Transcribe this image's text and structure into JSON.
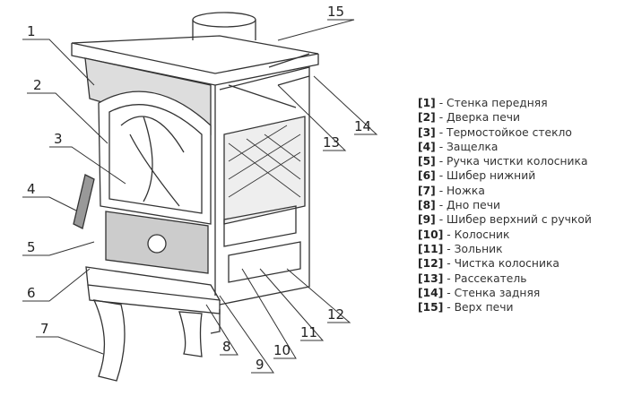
{
  "callouts": [
    "1",
    "2",
    "3",
    "4",
    "5",
    "6",
    "7",
    "8",
    "9",
    "10",
    "11",
    "12",
    "13",
    "14",
    "15"
  ],
  "legend": [
    {
      "key": "[1]",
      "text": " - Стенка передняя"
    },
    {
      "key": "[2]",
      "text": " - Дверка печи"
    },
    {
      "key": "[3]",
      "text": " - Термостойкое стекло"
    },
    {
      "key": "[4]",
      "text": " - Защелка"
    },
    {
      "key": "[5]",
      "text": " - Ручка чистки колосника"
    },
    {
      "key": "[6]",
      "text": " - Шибер нижний"
    },
    {
      "key": "[7]",
      "text": " - Ножка"
    },
    {
      "key": "[8]",
      "text": " - Дно печи"
    },
    {
      "key": "[9]",
      "text": " - Шибер верхний с ручкой"
    },
    {
      "key": "[10]",
      "text": " - Колосник"
    },
    {
      "key": "[11]",
      "text": " - Зольник"
    },
    {
      "key": "[12]",
      "text": " - Чистка колосника"
    },
    {
      "key": "[13]",
      "text": " - Рассекатель"
    },
    {
      "key": "[14]",
      "text": " - Стенка задняя"
    },
    {
      "key": "[15]",
      "text": " - Верх печи"
    }
  ]
}
